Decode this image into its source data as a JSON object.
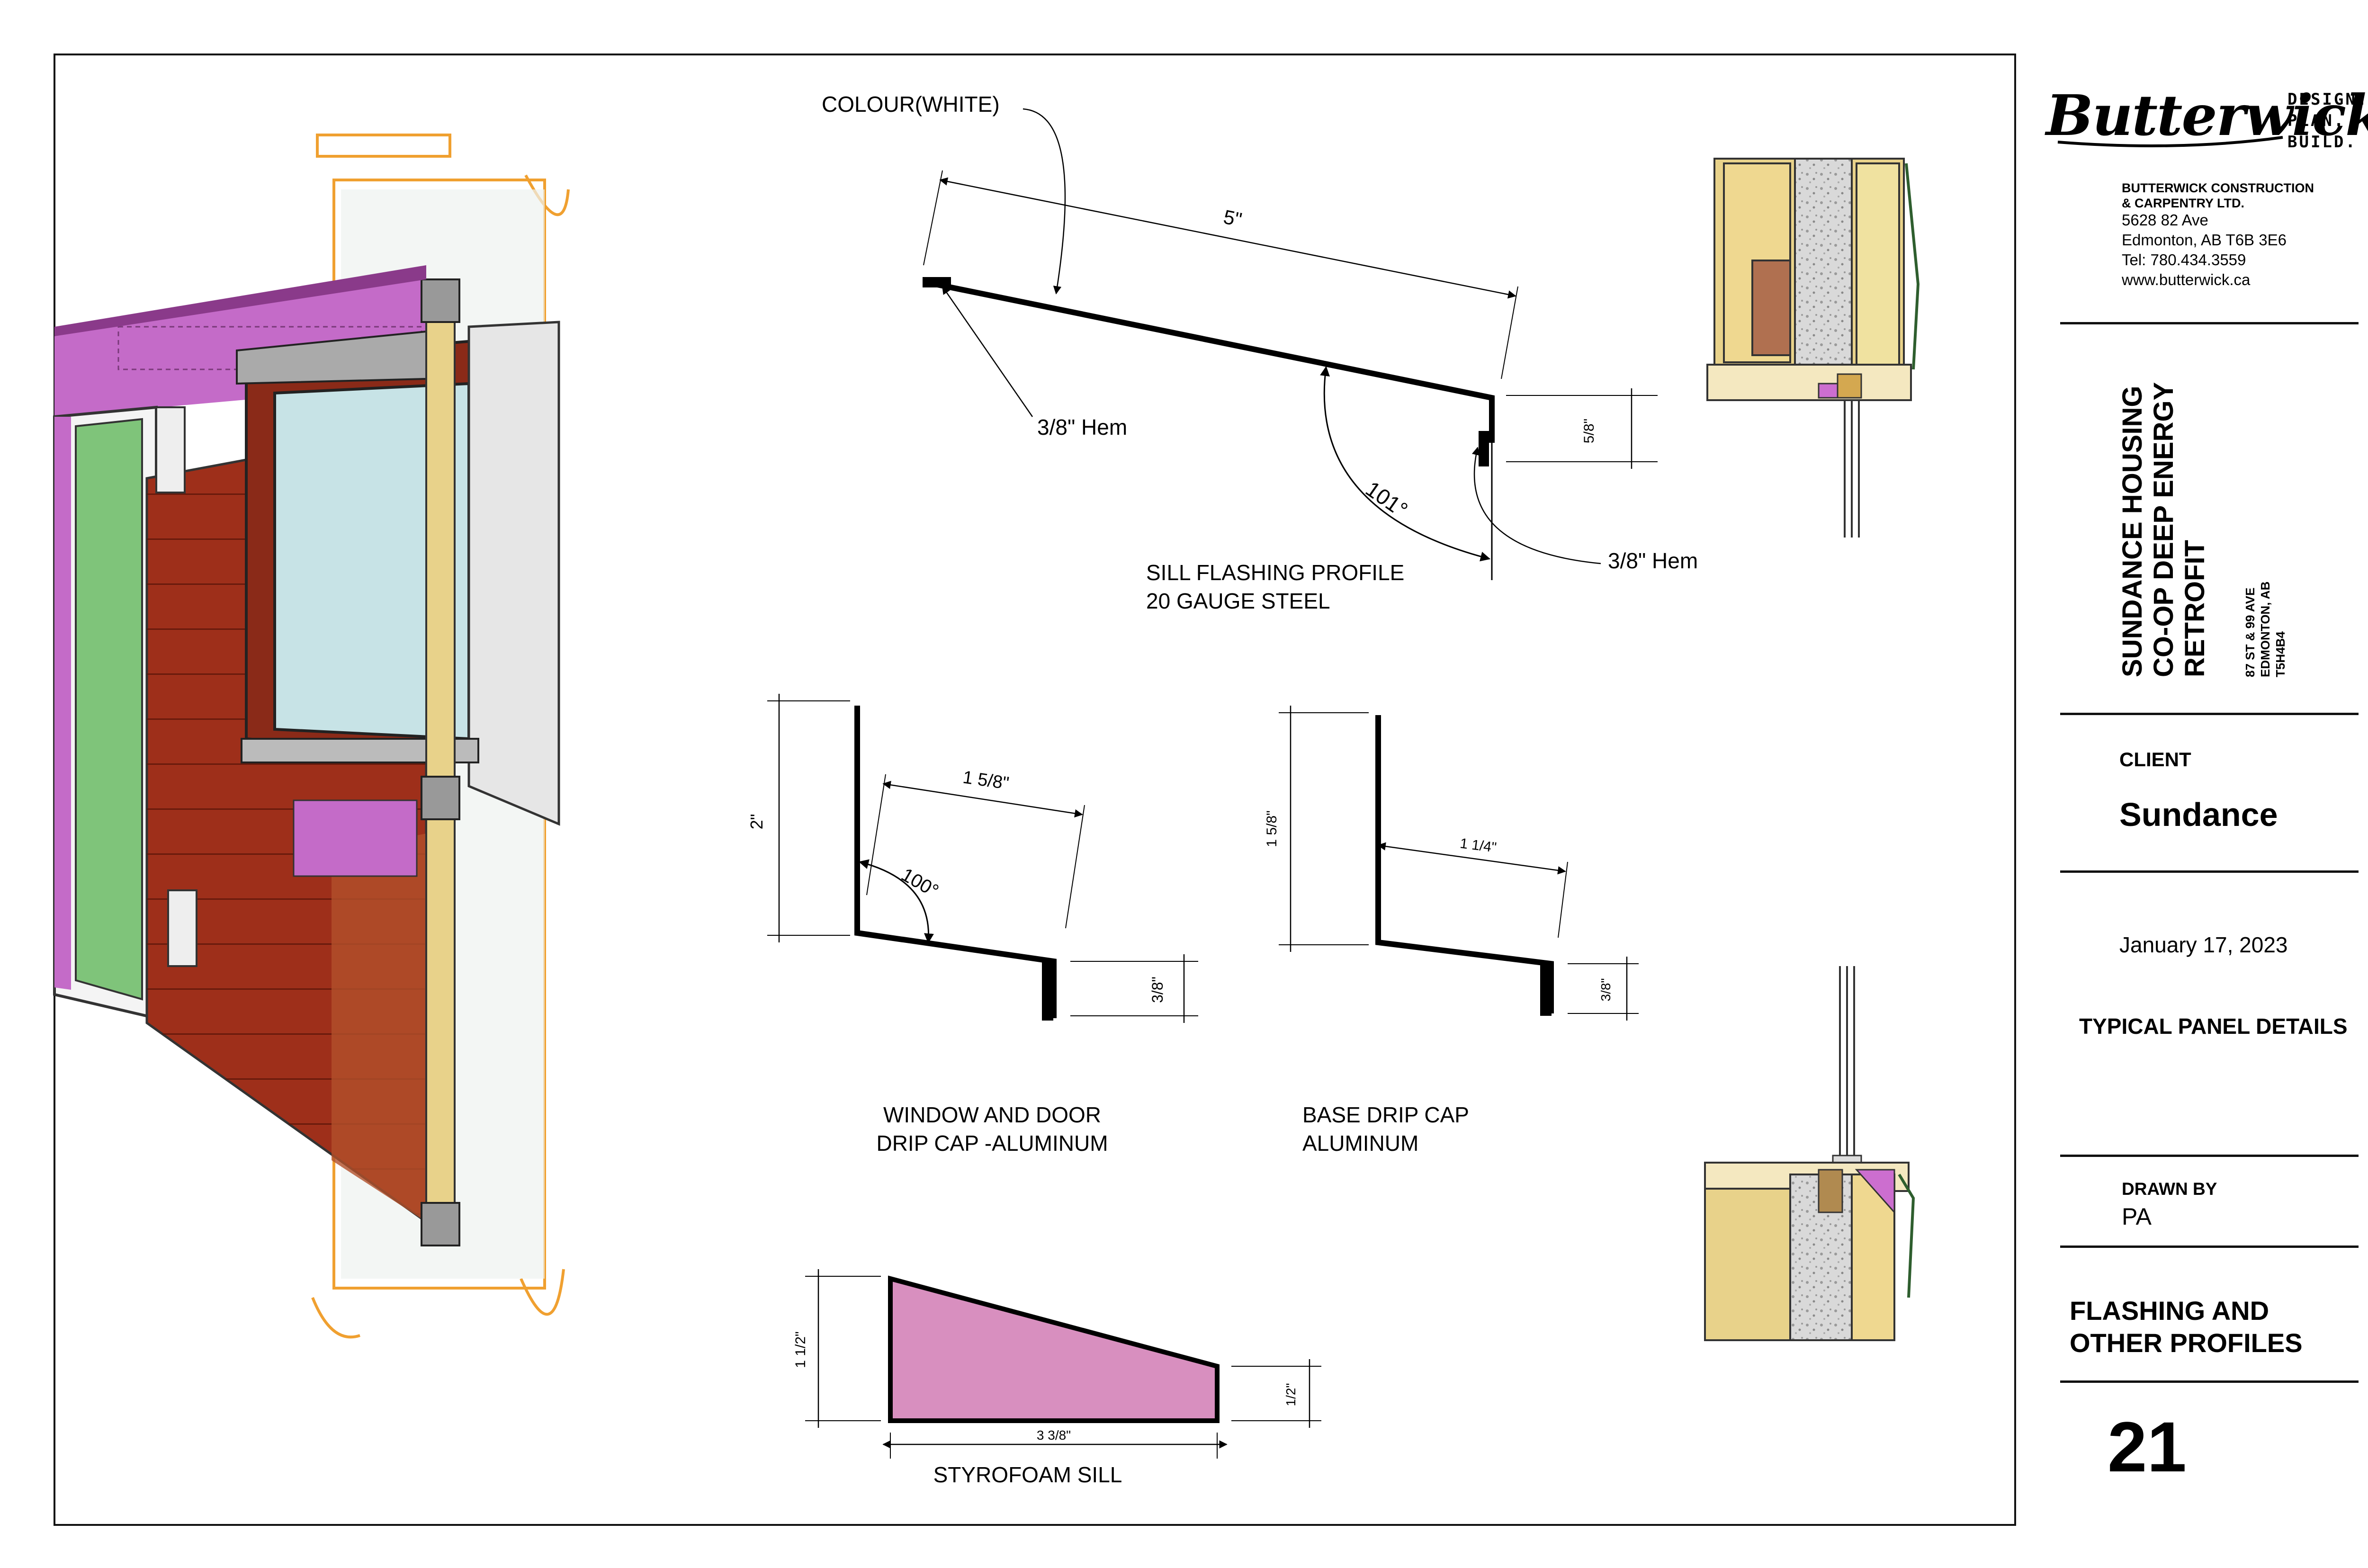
{
  "title_block": {
    "logo_word": "Butterwick",
    "tagline": [
      "DESIGN.",
      "PLAN.",
      "BUILD."
    ],
    "company": [
      "BUTTERWICK CONSTRUCTION",
      "& CARPENTRY LTD."
    ],
    "address": [
      "5628 82 Ave",
      "Edmonton, AB T6B 3E6",
      "Tel: 780.434.3559",
      "www.butterwick.ca"
    ],
    "project": [
      "SUNDANCE HOUSING",
      "CO-OP DEEP ENERGY",
      "RETROFIT"
    ],
    "project_address": [
      "87 ST & 99 AVE",
      "EDMONTON, AB",
      "T5H4B4"
    ],
    "client_label": "CLIENT",
    "client": "Sundance",
    "date": "January 17, 2023",
    "set_title": "TYPICAL PANEL DETAILS",
    "drawn_by_label": "DRAWN BY",
    "drawn_by": "PA",
    "sheet_title": [
      "FLASHING AND",
      "OTHER PROFILES"
    ],
    "sheet_number": "21"
  },
  "sill_flashing": {
    "title": [
      "SILL FLASHING PROFILE",
      "20 GAUGE STEEL"
    ],
    "colour_note": "COLOUR(WHITE)",
    "length": "5\"",
    "hem_left": "3/8\" Hem",
    "hem_right": "3/8\" Hem",
    "angle": "101°",
    "drop": "5/8\""
  },
  "window_drip_cap": {
    "title": [
      "WINDOW AND DOOR",
      "DRIP CAP -ALUMINUM"
    ],
    "height": "2\"",
    "depth": "1 5/8\"",
    "angle": "100°",
    "drop": "3/8\""
  },
  "base_drip_cap": {
    "title": [
      "BASE DRIP CAP",
      "ALUMINUM"
    ],
    "height": "1 5/8\"",
    "depth": "1 1/4\"",
    "drop": "3/8\""
  },
  "styrofoam_sill": {
    "title": "STYROFOAM SILL",
    "height_left": "1 1/2\"",
    "height_right": "1/2\"",
    "width": "3 3/8\""
  },
  "colors": {
    "siding": "#9e2f1a",
    "membrane": "#c46bc8",
    "glass": "#c7e3e6",
    "door": "#7fc47a",
    "wood": "#e8d28a",
    "insulation": "#d6d6d6",
    "styrofoam": "#d88fbf",
    "detail_orange": "#f0a030"
  }
}
